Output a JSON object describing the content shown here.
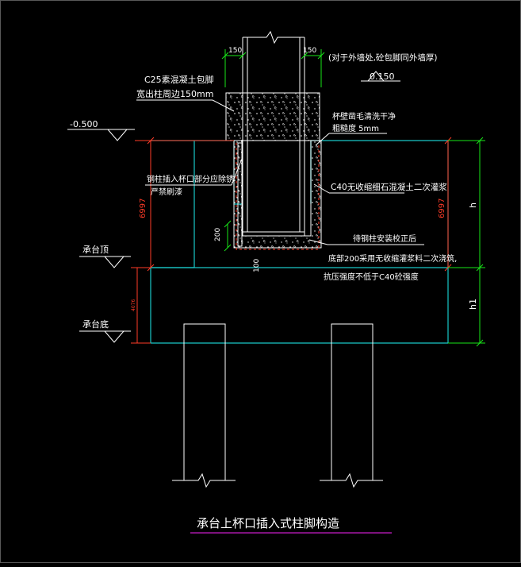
{
  "colors": {
    "background": "#000000",
    "white_lines": "#ffffff",
    "cyan_lines": "#19c8c8",
    "dim_red": "#ff3c28",
    "dim_green": "#19e619",
    "red_dashed": "#ff3c28",
    "title_underline": "#c81ec8",
    "text": "#ffffff"
  },
  "annotations": {
    "dim_150_left": "150",
    "dim_150_right": "150",
    "outer_wall_note": "(对于外墙处,砼包脚同外墙厚)",
    "elev_top": "0.150",
    "elev_neg": "-0.500",
    "c25_line1": "C25素混凝土包脚",
    "c25_line2": "宽出柱周边150mm",
    "cup_wall_line1": "杯壁凿毛清洗干净",
    "cup_wall_line2": "粗糙度 5mm",
    "steel_col_line1": "钢柱插入杯口部分应除锈",
    "steel_col_line2": "严禁刷漆",
    "c40_grout": "C40无收缩细石混凝土二次灌浆",
    "dim_6997_left": "6997",
    "dim_6997_right": "6997",
    "dim_h": "h",
    "dim_h1": "h1",
    "dim_200": "200",
    "dim_100": "100",
    "base_line1": "待钢柱安装校正后",
    "base_line2": "底部200采用无收缩灌浆料二次浇筑,",
    "base_line3": "抗压强度不低于C40砼强度",
    "cap_top": "承台顶",
    "cap_bottom": "承台底",
    "dim_small": "4076",
    "title": "承台上杯口插入式柱脚构造"
  }
}
